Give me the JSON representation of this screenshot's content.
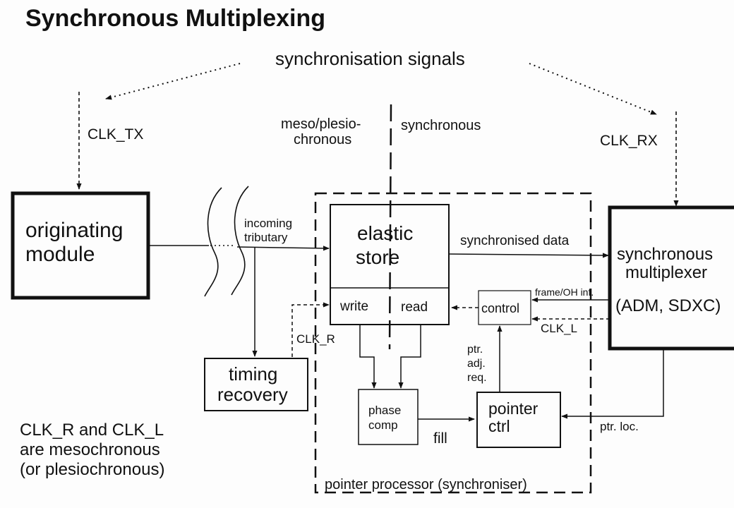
{
  "title": "Synchronous Multiplexing",
  "signals_label": "synchronisation signals",
  "clk_tx": "CLK_TX",
  "clk_rx": "CLK_RX",
  "domain_left_1": "meso/plesio-",
  "domain_left_2": "chronous",
  "domain_right": "synchronous",
  "originating_1": "originating",
  "originating_2": "module",
  "incoming_1": "incoming",
  "incoming_2": "tributary",
  "elastic_1": "elastic",
  "elastic_2": "store",
  "write": "write",
  "read": "read",
  "sync_data": "synchronised data",
  "mux_1": "synchronous",
  "mux_2": "multiplexer",
  "mux_3": "(ADM,  SDXC)",
  "frame_oh": "frame/OH  inf.",
  "control": "control",
  "clk_l": "CLK_L",
  "clk_r": "CLK_R",
  "timing_1": "timing",
  "timing_2": "recovery",
  "ptr_req_1": "ptr.",
  "ptr_req_2": "adj.",
  "ptr_req_3": "req.",
  "phase_1": "phase",
  "phase_2": "comp",
  "fill": "fill",
  "pointer_1": "pointer",
  "pointer_2": "ctrl",
  "ptr_loc": "ptr.  loc.",
  "pp_label": "pointer  processor  (synchroniser)",
  "note_1": "CLK_R  and  CLK_L",
  "note_2": "are  mesochronous",
  "note_3": "(or  plesiochronous)"
}
